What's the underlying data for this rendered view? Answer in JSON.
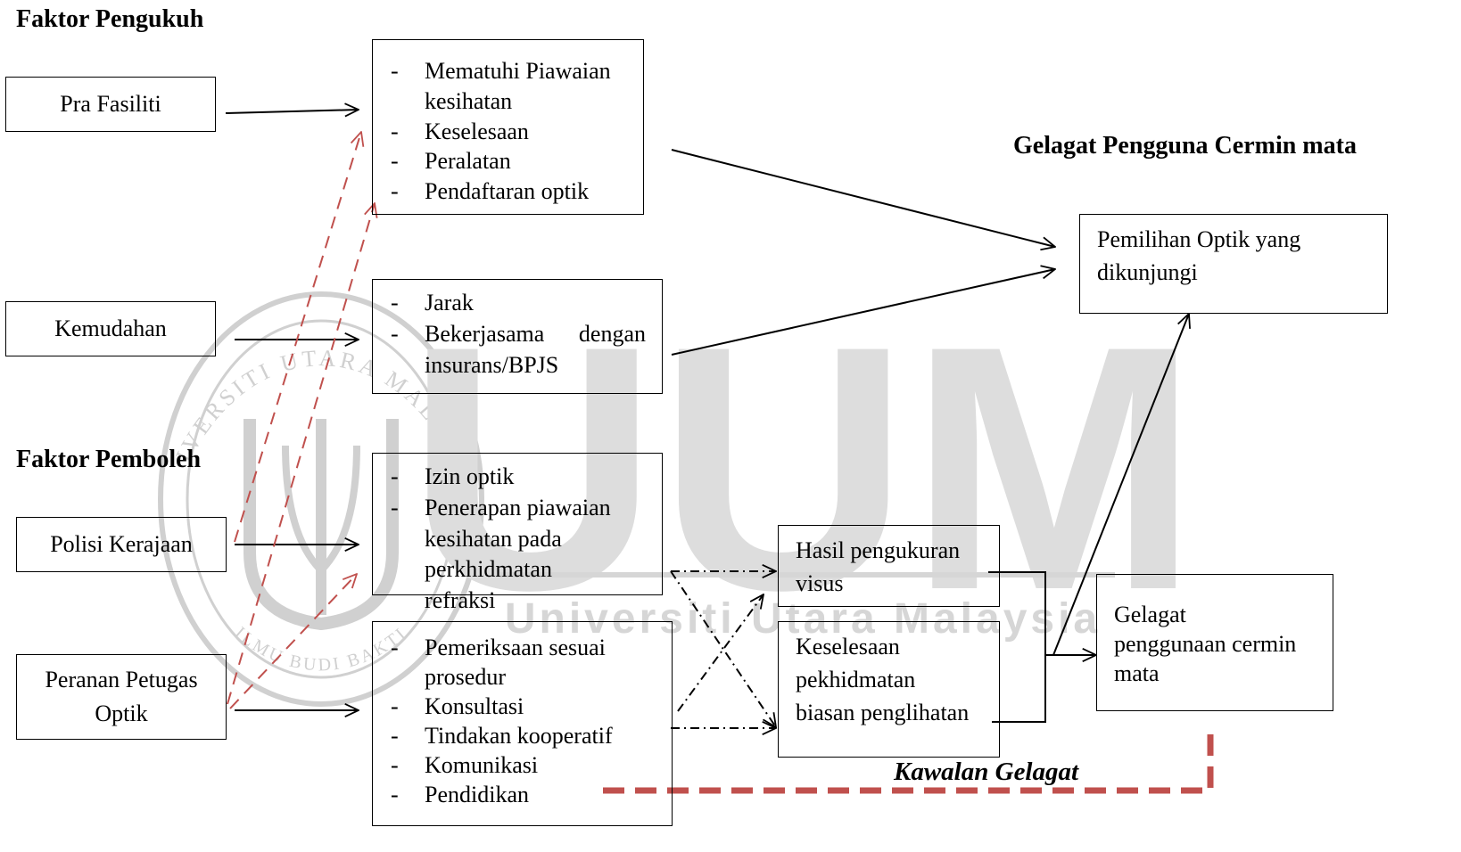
{
  "headings": {
    "faktor_pengukuh": "Faktor Pengukuh",
    "faktor_pemboleh": "Faktor Pemboleh",
    "gelagat_pengguna": "Gelagat Pengguna Cermin mata",
    "kawalan_gelagat": "Kawalan Gelagat"
  },
  "factors": {
    "pra_fasiliti": "Pra Fasiliti",
    "kemudahan": "Kemudahan",
    "polisi_kerajaan": "Polisi Kerajaan",
    "peranan_petugas": [
      "Peranan Petugas",
      "Optik"
    ]
  },
  "lists": {
    "fasiliti": [
      "Mematuhi Piawaian kesihatan",
      "Keselesaan",
      "Peralatan",
      "Pendaftaran optik"
    ],
    "kemudahan": [
      "Jarak",
      "Bekerjasama dengan insurans/BPJS"
    ],
    "polisi": [
      "Izin optik",
      "Penerapan piawaian kesihatan pada perkhidmatan refraksi"
    ],
    "peranan": [
      "Pemeriksaan sesuai prosedur",
      "Konsultasi",
      "Tindakan kooperatif",
      "Komunikasi",
      "Pendidikan"
    ]
  },
  "outcomes": {
    "hasil": [
      "Hasil pengukuran",
      "visus"
    ],
    "keselesaan": [
      "Keselesaan",
      "pekhidmatan",
      "biasan penglihatan"
    ],
    "pemilihan": [
      "Pemilihan Optik yang",
      "dikunjungi"
    ],
    "gelagat": [
      "Gelagat",
      "penggunaan cermin",
      "mata"
    ]
  },
  "watermark": {
    "big_text": "UUM",
    "university": "Universiti Utara Malaysia",
    "seal_top": "UNIVERSITI UTARA MALAYSIA",
    "seal_bottom": "ILMU BUDI BAKTI"
  },
  "colors": {
    "ink": "#000000",
    "dashed_red": "#c0504d",
    "control_red": "#c0504d",
    "watermark": "#d0d0d0"
  }
}
